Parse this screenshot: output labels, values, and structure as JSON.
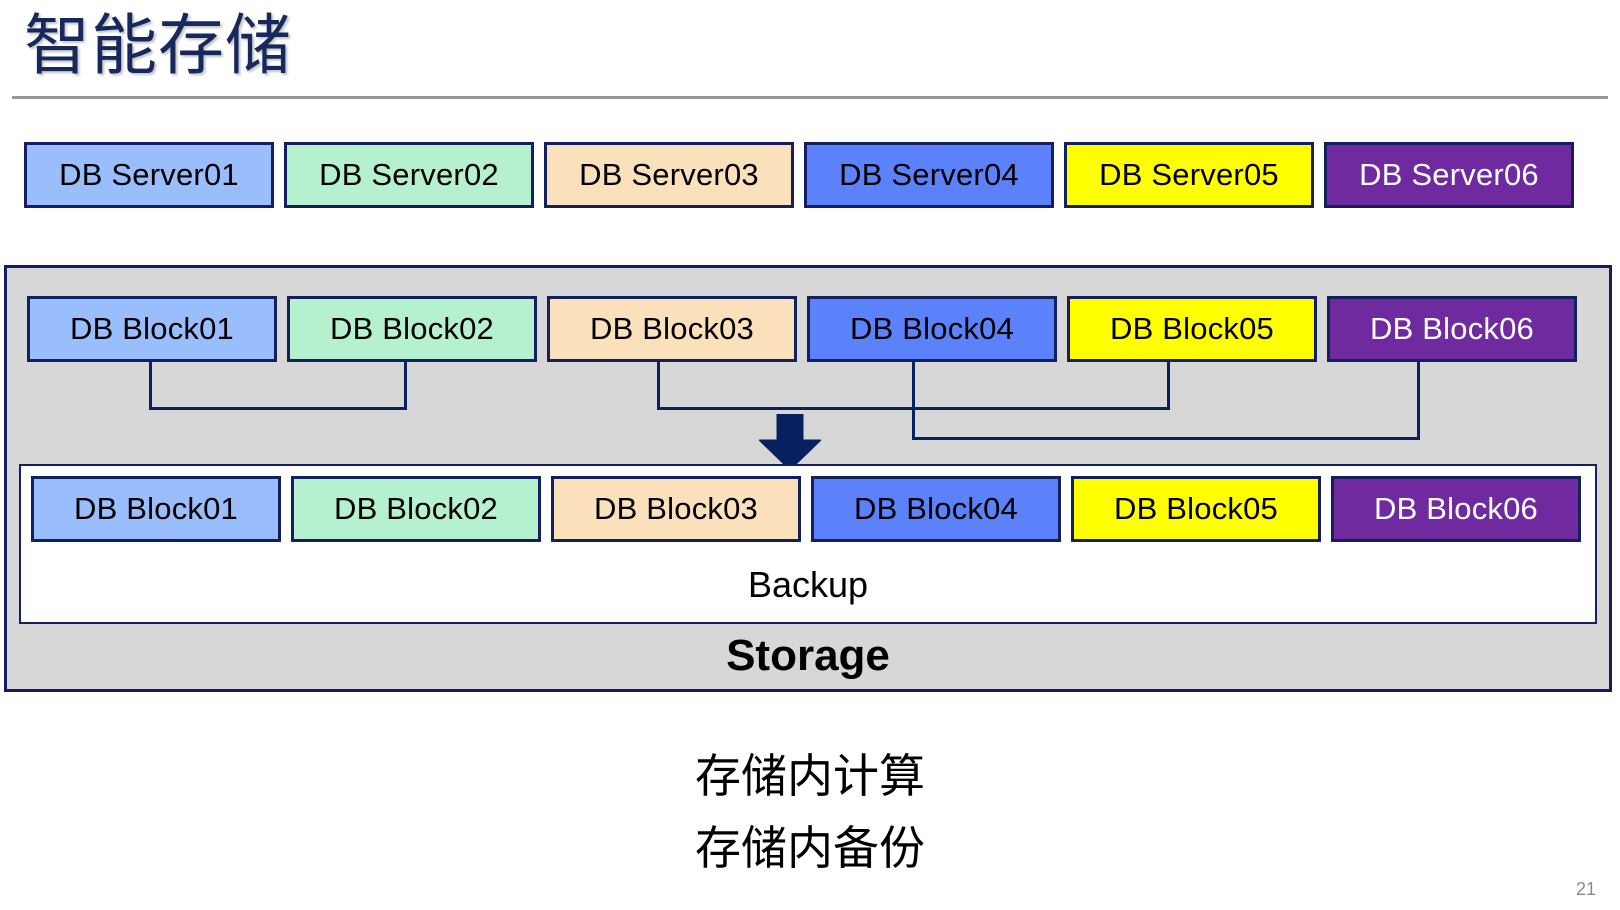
{
  "slide": {
    "title": "智能存储",
    "page_number": "21",
    "captions": [
      "存储内计算",
      "存储内备份"
    ]
  },
  "colors": {
    "title_text": "#17295c",
    "rule": "#969696",
    "border_navy": "#14205e",
    "connector_navy": "#07205e",
    "panel_gray": "#d7d7d7",
    "backup_white": "#ffffff",
    "page_number_gray": "#8a8a8a"
  },
  "server_row": {
    "items": [
      {
        "label": "DB Server01",
        "fill": "#99bdfd",
        "text": "#000000"
      },
      {
        "label": "DB Server02",
        "fill": "#b5f0cf",
        "text": "#000000"
      },
      {
        "label": "DB Server03",
        "fill": "#fae1bb",
        "text": "#000000"
      },
      {
        "label": "DB Server04",
        "fill": "#5b82fa",
        "text": "#000000"
      },
      {
        "label": "DB Server05",
        "fill": "#ffff00",
        "text": "#000000"
      },
      {
        "label": "DB Server06",
        "fill": "#6f2aa0",
        "text": "#ffffff"
      }
    ]
  },
  "storage": {
    "label": "Storage",
    "block_row": {
      "items": [
        {
          "label": "DB Block01",
          "fill": "#99bdfd",
          "text": "#000000"
        },
        {
          "label": "DB Block02",
          "fill": "#b5f0cf",
          "text": "#000000"
        },
        {
          "label": "DB Block03",
          "fill": "#fae1bb",
          "text": "#000000"
        },
        {
          "label": "DB Block04",
          "fill": "#5b82fa",
          "text": "#000000"
        },
        {
          "label": "DB Block05",
          "fill": "#ffff00",
          "text": "#000000"
        },
        {
          "label": "DB Block06",
          "fill": "#6f2aa0",
          "text": "#ffffff"
        }
      ]
    },
    "backup": {
      "label": "Backup",
      "items": [
        {
          "label": "DB Block01",
          "fill": "#99bdfd",
          "text": "#000000"
        },
        {
          "label": "DB Block02",
          "fill": "#b5f0cf",
          "text": "#000000"
        },
        {
          "label": "DB Block03",
          "fill": "#fae1bb",
          "text": "#000000"
        },
        {
          "label": "DB Block04",
          "fill": "#5b82fa",
          "text": "#000000"
        },
        {
          "label": "DB Block05",
          "fill": "#ffff00",
          "text": "#000000"
        },
        {
          "label": "DB Block06",
          "fill": "#6f2aa0",
          "text": "#ffffff"
        }
      ]
    },
    "arrow": "down-arrow"
  }
}
